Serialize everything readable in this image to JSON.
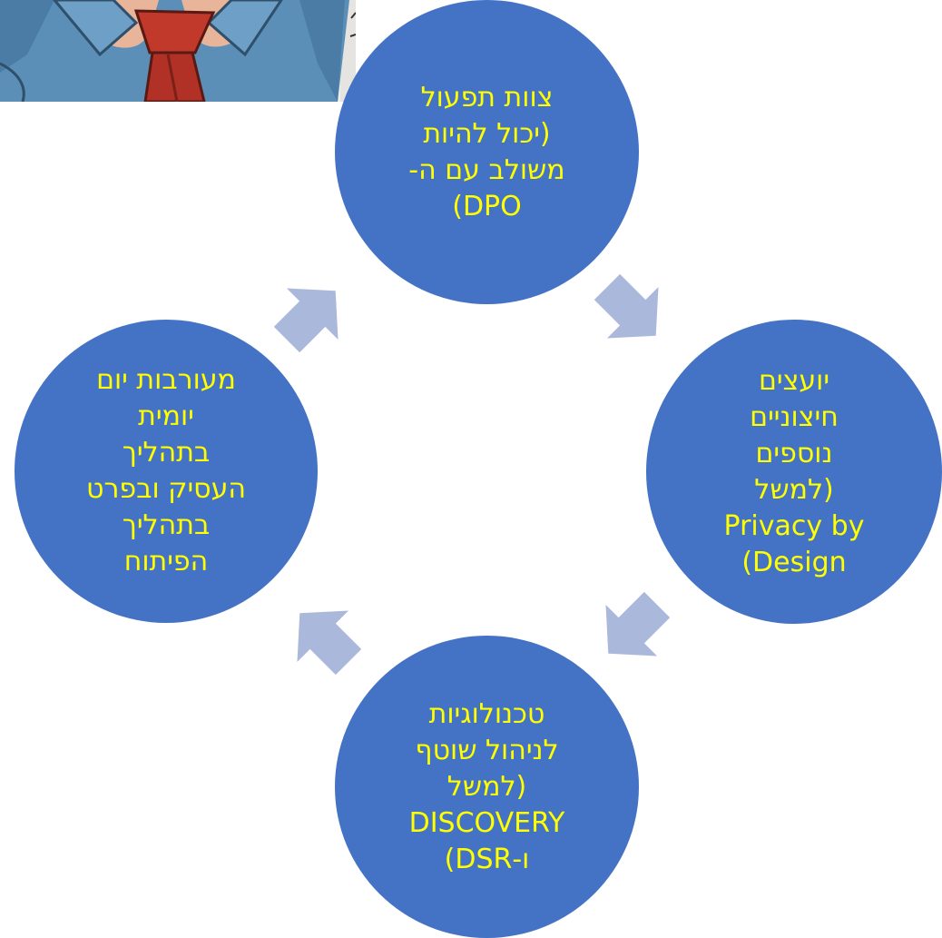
{
  "diagram": {
    "node_color": "#4472c4",
    "text_color": "#ffff00",
    "arrow_color": "#aab8dc",
    "nodes": [
      {
        "id": "top",
        "lines": [
          "צוות תפעול",
          "(יכול להיות",
          "משולב עם ה-",
          "DPO)"
        ]
      },
      {
        "id": "right",
        "lines": [
          "יועצים",
          "חיצוניים",
          "נוספים",
          "(למשל",
          "Privacy by",
          "Design)"
        ]
      },
      {
        "id": "bottom",
        "lines": [
          "טכנולוגיות",
          "לניהול שוטף",
          "(למשל",
          "DISCOVERY",
          "ו-DSR)"
        ]
      },
      {
        "id": "left",
        "lines": [
          "מעורבות יום",
          "יומית",
          "בתהליך",
          "העסיק ובפרט",
          "בתהליך",
          "הפיתוח"
        ]
      }
    ],
    "cycle_arrows": [
      "arrow-icon",
      "arrow-icon",
      "arrow-icon",
      "arrow-icon"
    ]
  },
  "photo": {
    "subject": "man-in-blue-shirt-and-red-tie"
  }
}
